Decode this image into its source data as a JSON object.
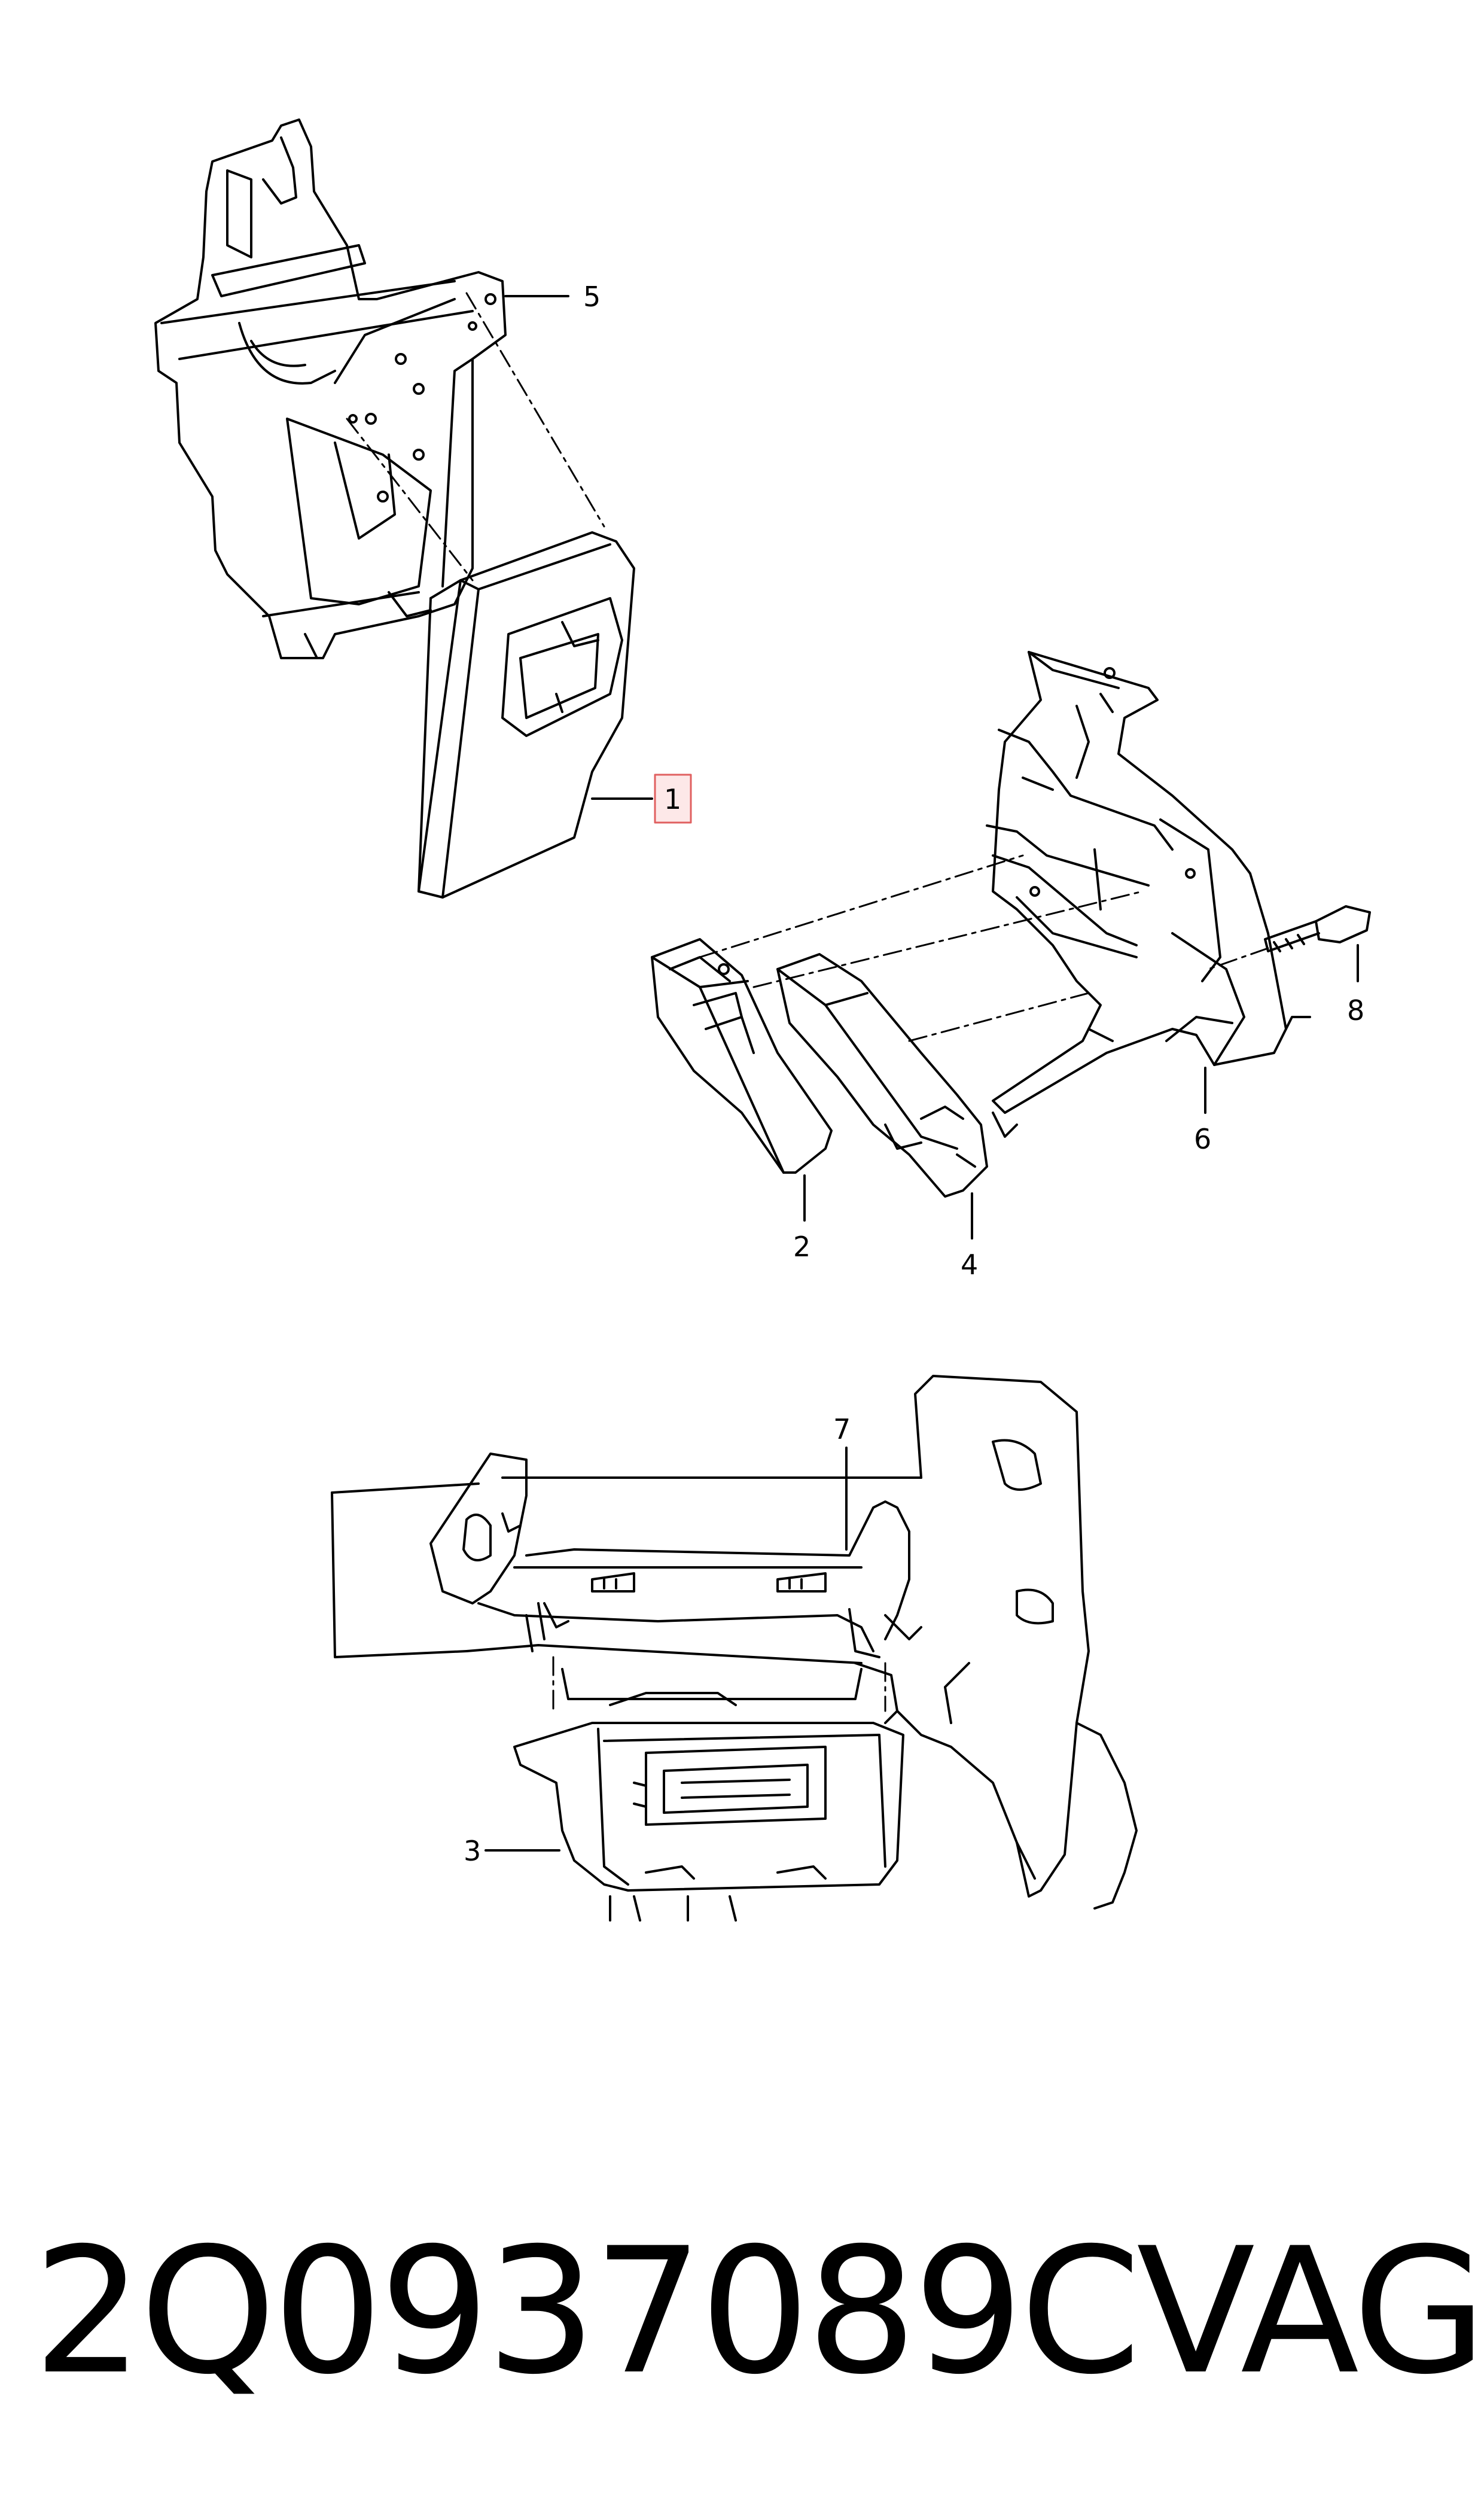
{
  "callouts": [
    {
      "id": "1",
      "highlighted": true
    },
    {
      "id": "2"
    },
    {
      "id": "3"
    },
    {
      "id": "4"
    },
    {
      "id": "5"
    },
    {
      "id": "6"
    },
    {
      "id": "7"
    },
    {
      "id": "8"
    }
  ],
  "footer": {
    "part_number": "2Q0937089C",
    "brand": "VAG"
  },
  "colors": {
    "line": "#000000",
    "highlight_stroke": "#e06060",
    "highlight_fill": "#fde8e8",
    "background": "#ffffff"
  }
}
